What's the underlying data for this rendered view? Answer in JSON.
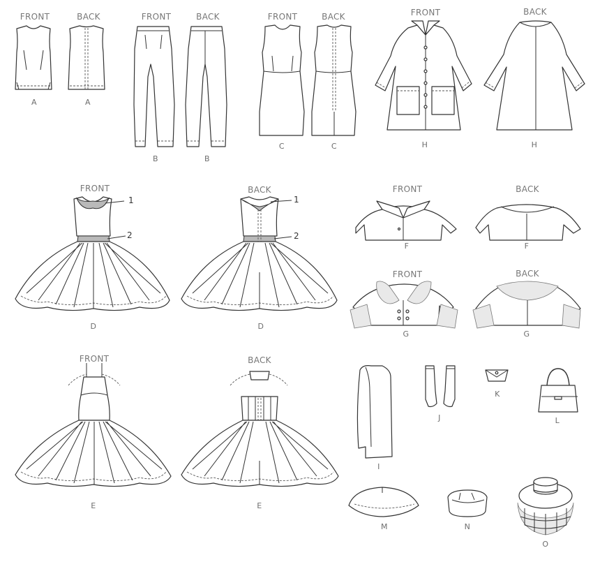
{
  "headings": {
    "front": "FRONT",
    "back": "BACK"
  },
  "view_letters": {
    "A": "A",
    "B": "B",
    "C": "C",
    "D": "D",
    "E": "E",
    "F": "F",
    "G": "G",
    "H": "H",
    "I": "I",
    "J": "J",
    "K": "K",
    "L": "L",
    "M": "M",
    "N": "N",
    "O": "O"
  },
  "callouts": {
    "collar": "1",
    "waistband": "2"
  }
}
